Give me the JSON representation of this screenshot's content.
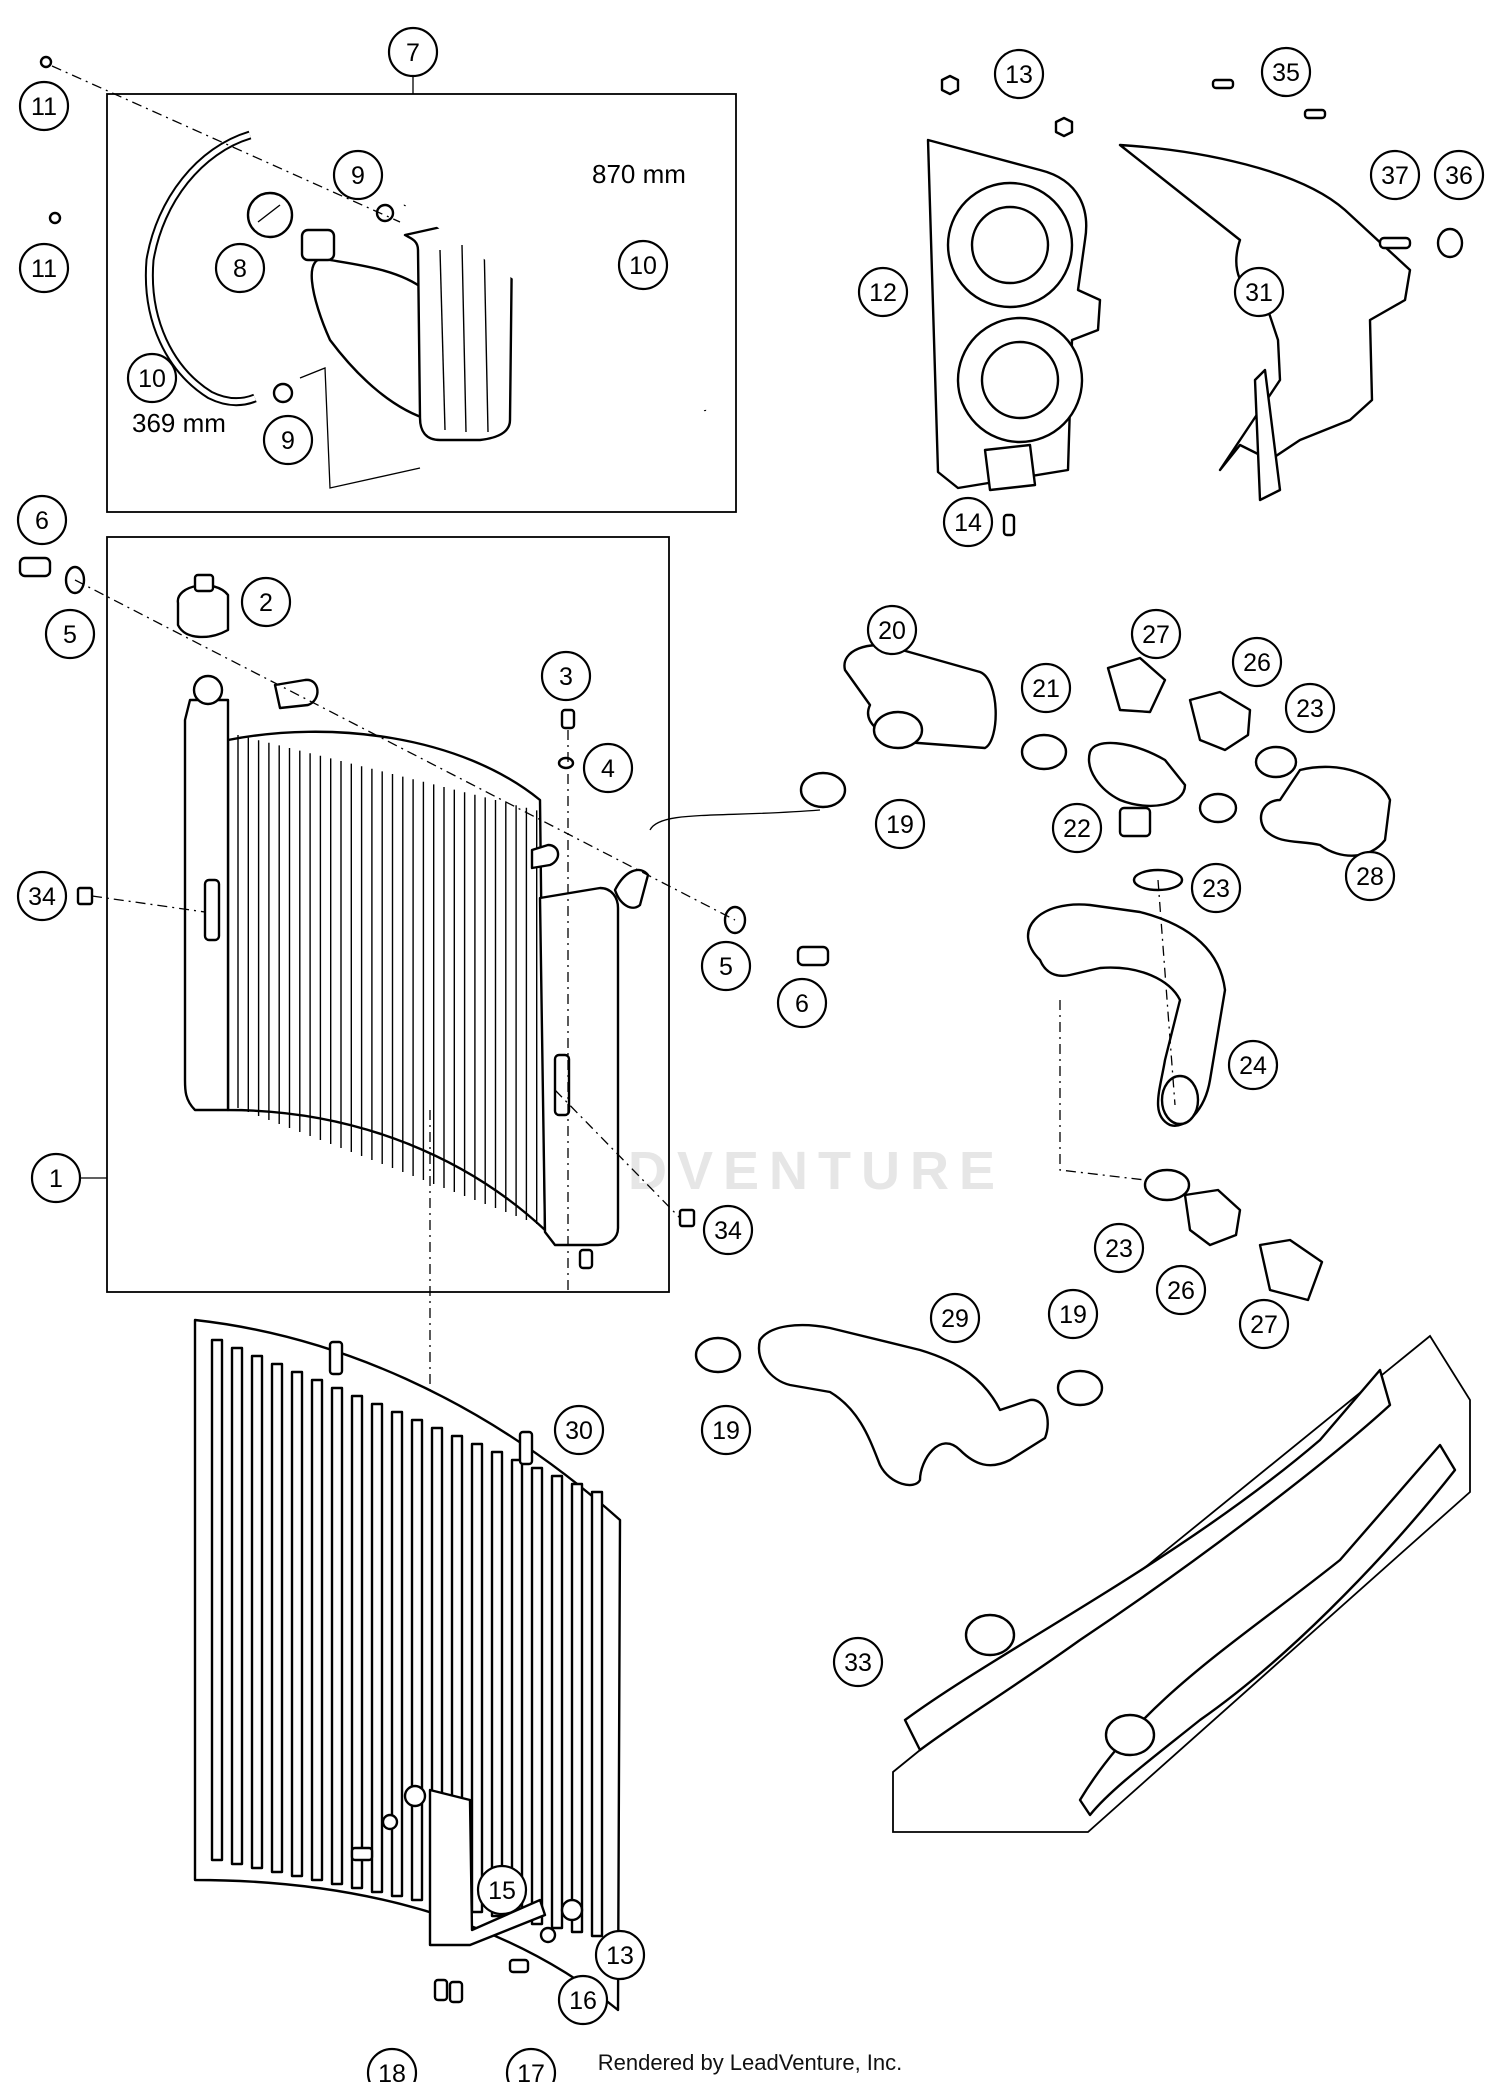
{
  "footer": {
    "text": "Rendered by LeadVenture, Inc."
  },
  "watermark": {
    "text": "LEADVENTURE"
  },
  "dimensions": {
    "hose_long": "870 mm",
    "hose_short": "369 mm"
  },
  "callouts": [
    {
      "id": "c1",
      "label": "1"
    },
    {
      "id": "c2",
      "label": "2"
    },
    {
      "id": "c3",
      "label": "3"
    },
    {
      "id": "c4",
      "label": "4"
    },
    {
      "id": "c5a",
      "label": "5"
    },
    {
      "id": "c5b",
      "label": "5"
    },
    {
      "id": "c6a",
      "label": "6"
    },
    {
      "id": "c6b",
      "label": "6"
    },
    {
      "id": "c7",
      "label": "7"
    },
    {
      "id": "c8",
      "label": "8"
    },
    {
      "id": "c9a",
      "label": "9"
    },
    {
      "id": "c9b",
      "label": "9"
    },
    {
      "id": "c10a",
      "label": "10"
    },
    {
      "id": "c10b",
      "label": "10"
    },
    {
      "id": "c11a",
      "label": "11"
    },
    {
      "id": "c11b",
      "label": "11"
    },
    {
      "id": "c12",
      "label": "12"
    },
    {
      "id": "c13a",
      "label": "13"
    },
    {
      "id": "c13b",
      "label": "13"
    },
    {
      "id": "c14",
      "label": "14"
    },
    {
      "id": "c15",
      "label": "15"
    },
    {
      "id": "c16",
      "label": "16"
    },
    {
      "id": "c17",
      "label": "17"
    },
    {
      "id": "c18",
      "label": "18"
    },
    {
      "id": "c19a",
      "label": "19"
    },
    {
      "id": "c19b",
      "label": "19"
    },
    {
      "id": "c19c",
      "label": "19"
    },
    {
      "id": "c20",
      "label": "20"
    },
    {
      "id": "c21",
      "label": "21"
    },
    {
      "id": "c22",
      "label": "22"
    },
    {
      "id": "c23a",
      "label": "23"
    },
    {
      "id": "c23b",
      "label": "23"
    },
    {
      "id": "c23c",
      "label": "23"
    },
    {
      "id": "c24",
      "label": "24"
    },
    {
      "id": "c26a",
      "label": "26"
    },
    {
      "id": "c26b",
      "label": "26"
    },
    {
      "id": "c27a",
      "label": "27"
    },
    {
      "id": "c27b",
      "label": "27"
    },
    {
      "id": "c28",
      "label": "28"
    },
    {
      "id": "c29",
      "label": "29"
    },
    {
      "id": "c30",
      "label": "30"
    },
    {
      "id": "c31",
      "label": "31"
    },
    {
      "id": "c33",
      "label": "33"
    },
    {
      "id": "c34a",
      "label": "34"
    },
    {
      "id": "c34b",
      "label": "34"
    },
    {
      "id": "c35",
      "label": "35"
    },
    {
      "id": "c36",
      "label": "36"
    },
    {
      "id": "c37",
      "label": "37"
    }
  ]
}
